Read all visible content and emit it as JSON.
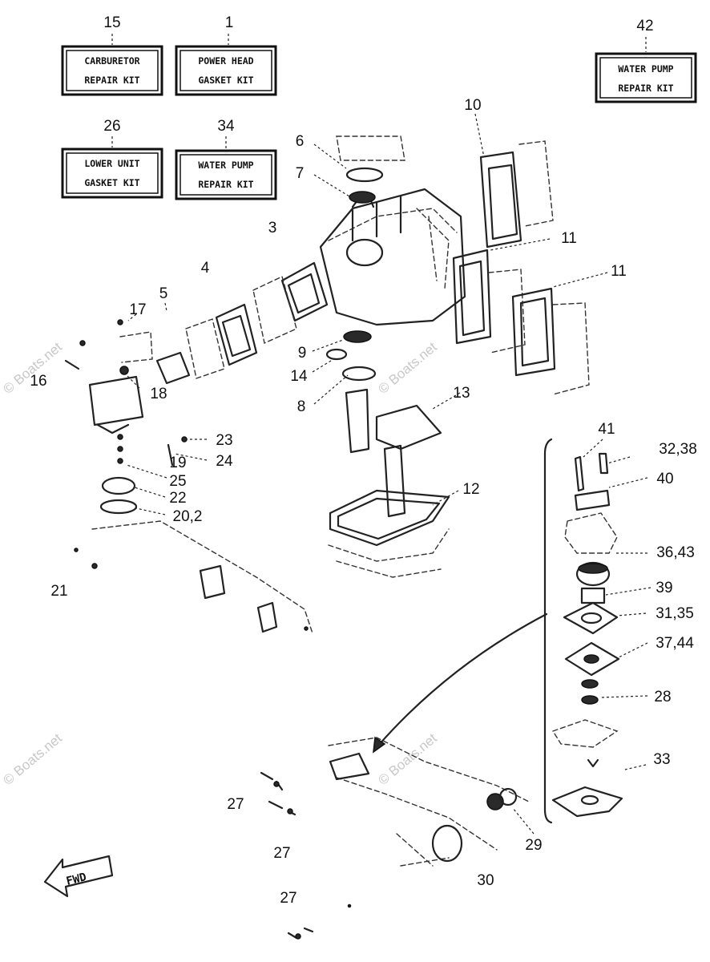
{
  "watermark": {
    "text": "© Boats.net"
  },
  "kits": [
    {
      "number": "15",
      "line1": "CARBURETOR",
      "line2": "REPAIR KIT"
    },
    {
      "number": "1",
      "line1": "POWER HEAD",
      "line2": "GASKET KIT"
    },
    {
      "number": "42",
      "line1": "WATER PUMP",
      "line2": "REPAIR KIT"
    },
    {
      "number": "26",
      "line1": "LOWER UNIT",
      "line2": "GASKET KIT"
    },
    {
      "number": "34",
      "line1": "WATER PUMP",
      "line2": "REPAIR KIT"
    }
  ],
  "callouts": [
    "10",
    "6",
    "7",
    "3",
    "11",
    "11",
    "4",
    "5",
    "17",
    "9",
    "14",
    "16",
    "8",
    "18",
    "13",
    "23",
    "19",
    "24",
    "25",
    "22",
    "20,2",
    "12",
    "41",
    "32,38",
    "40",
    "36,43",
    "21",
    "39",
    "31,35",
    "37,44",
    "28",
    "33",
    "27",
    "29",
    "27",
    "30",
    "27"
  ],
  "fwd_label": "FWD"
}
